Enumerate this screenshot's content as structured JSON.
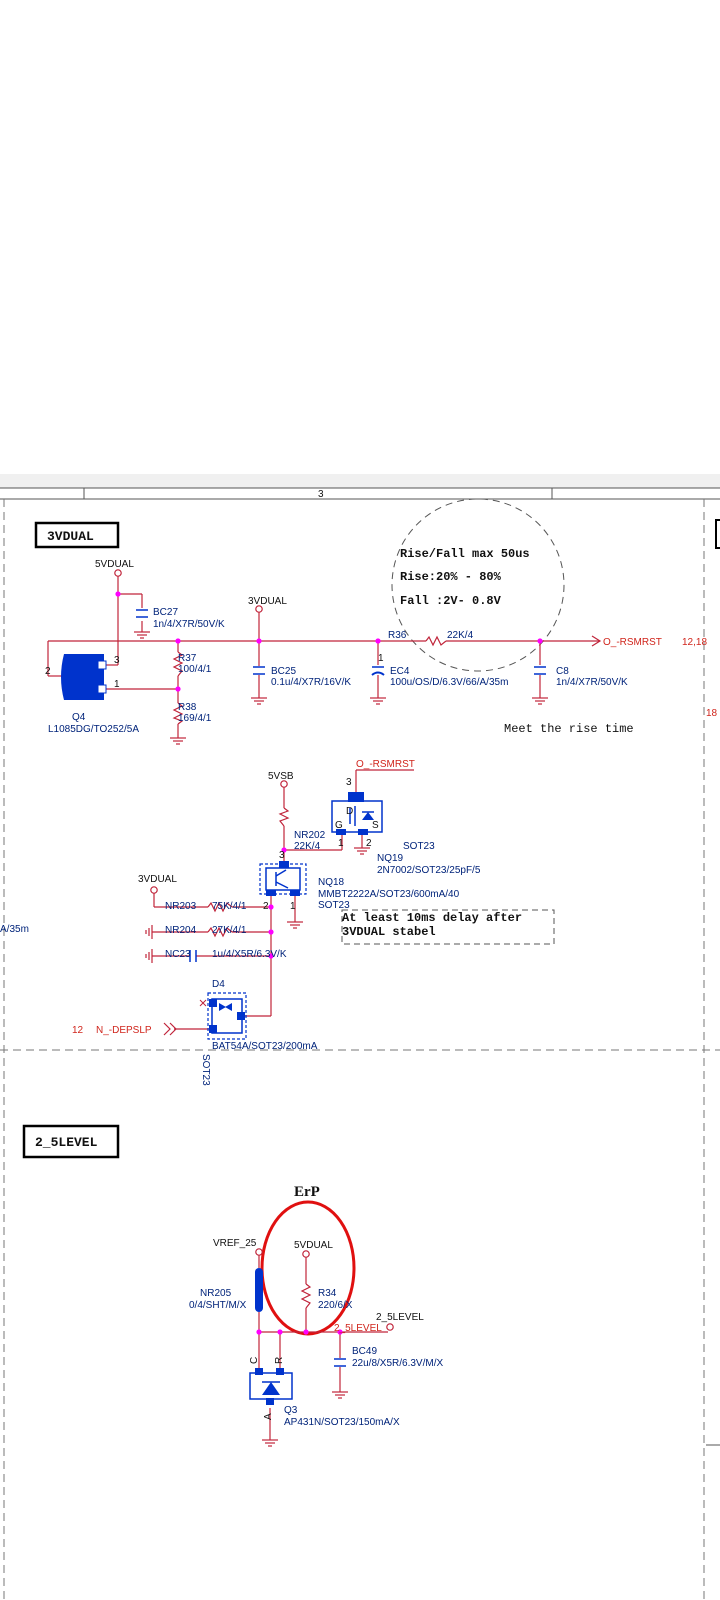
{
  "ruler": {
    "zone": "3"
  },
  "sections": {
    "top": "3VDUAL",
    "bottom": "2_5LEVEL"
  },
  "nets": {
    "5vdual_a": "5VDUAL",
    "3vdual_a": "3VDUAL",
    "3vdual_b": "3VDUAL",
    "5vsb": "5VSB",
    "o_rsmrst_out": "O_-RSMRST",
    "o_rsmrst_out_ref": "12,18",
    "o_rsmrst_in": "O_-RSMRST",
    "n_depslp": "N_-DEPSLP",
    "n_depslp_ref": "12",
    "vref_25": "VREF_25",
    "5vdual_b": "5VDUAL",
    "2_5level_port": "2_5LEVEL",
    "2_5level_net": "2_5LEVEL",
    "edge_ref": "18",
    "edge_cut": "A/35m"
  },
  "components": {
    "bc27": {
      "ref": "BC27",
      "value": "1n/4/X7R/50V/K"
    },
    "r37": {
      "ref": "R37",
      "value": "100/4/1"
    },
    "r38": {
      "ref": "R38",
      "value": "169/4/1"
    },
    "q4": {
      "ref": "Q4",
      "value": "L1085DG/TO252/5A",
      "pin1": "1",
      "pin2": "2",
      "pin3": "3"
    },
    "bc25": {
      "ref": "BC25",
      "value": "0.1u/4/X7R/16V/K"
    },
    "ec4": {
      "ref": "EC4",
      "value": "100u/OS/D/6.3V/66/A/35m",
      "pin": "1"
    },
    "r36": {
      "ref": "R36",
      "value": "22K/4"
    },
    "c8": {
      "ref": "C8",
      "value": "1n/4/X7R/50V/K"
    },
    "nr202": {
      "ref": "NR202",
      "value": "22K/4"
    },
    "nq19": {
      "ref": "NQ19",
      "value": "2N7002/SOT23/25pF/5",
      "pkg": "SOT23",
      "pin_g": "G",
      "pin_d": "D",
      "pin_s": "S",
      "pin3": "3",
      "pin1": "1",
      "pin2": "2"
    },
    "nq18": {
      "ref": "NQ18",
      "value": "MMBT2222A/SOT23/600mA/40",
      "pkg": "SOT23",
      "pin3": "3",
      "pin1": "1",
      "pin2": "2"
    },
    "nr203": {
      "ref": "NR203",
      "value": "75K/4/1"
    },
    "nr204": {
      "ref": "NR204",
      "value": "27K/4/1"
    },
    "nc23": {
      "ref": "NC23",
      "value": "1u/4/X5R/6.3V/K"
    },
    "d4": {
      "ref": "D4",
      "value": "BAT54A/SOT23/200mA",
      "pkg": "SOT23"
    },
    "nr205": {
      "ref": "NR205",
      "value": "0/4/SHT/M/X"
    },
    "r34": {
      "ref": "R34",
      "value": "220/6/X"
    },
    "bc49": {
      "ref": "BC49",
      "value": "22u/8/X5R/6.3V/M/X"
    },
    "q3": {
      "ref": "Q3",
      "value": "AP431N/SOT23/150mA/X",
      "pin_c": "C",
      "pin_r": "R",
      "pin_a": "A"
    }
  },
  "notes": {
    "rise_fall": "Rise/Fall max 50us",
    "rise": "Rise:20% - 80%",
    "fall": "Fall :2V- 0.8V",
    "meet": "Meet the rise time",
    "delay_1": "At least 10ms delay after",
    "delay_2": "3VDUAL stabel",
    "erp": "ErP"
  },
  "colors": {
    "wire": "#c0243a",
    "component": "#0033cc",
    "label": "#00237a",
    "net_label": "#d0251c",
    "junction": "#ff00ff",
    "highlight": "#e01010"
  }
}
